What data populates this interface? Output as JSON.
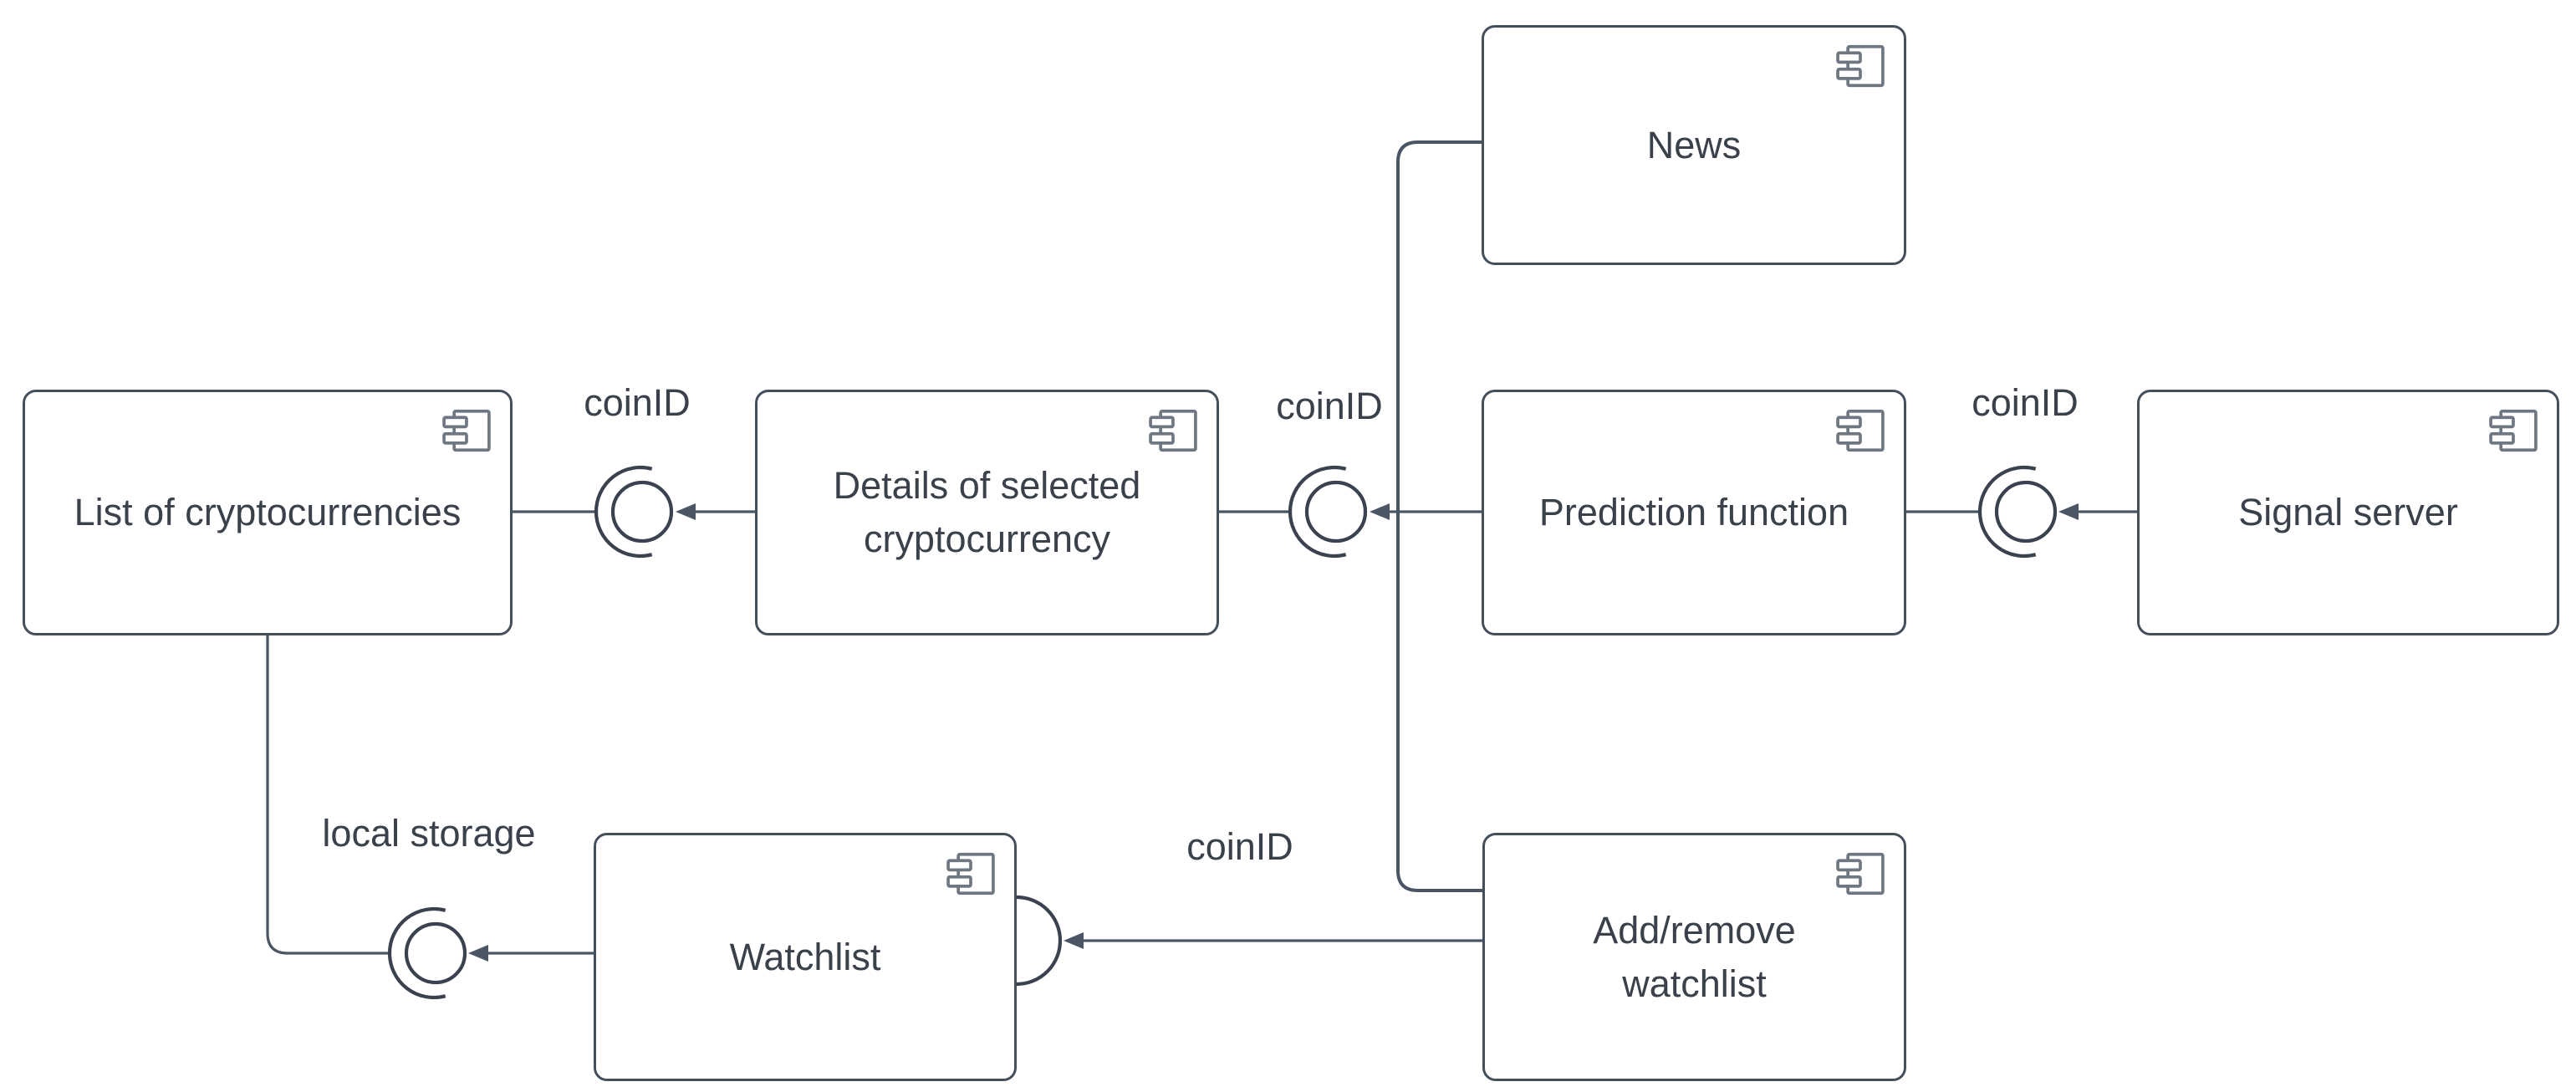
{
  "diagram_type": "UML component diagram",
  "components": [
    {
      "id": "list-of-cryptocurrencies",
      "lines": [
        "List of cryptocurrencies"
      ],
      "icon": "uml-component-icon"
    },
    {
      "id": "details-of-selected-cryptocurrency",
      "lines": [
        "Details of selected",
        "cryptocurrency"
      ],
      "icon": "uml-component-icon"
    },
    {
      "id": "news",
      "lines": [
        "News"
      ],
      "icon": "uml-component-icon"
    },
    {
      "id": "prediction-function",
      "lines": [
        "Prediction function"
      ],
      "icon": "uml-component-icon"
    },
    {
      "id": "signal-server",
      "lines": [
        "Signal server"
      ],
      "icon": "uml-component-icon"
    },
    {
      "id": "watchlist",
      "lines": [
        "Watchlist"
      ],
      "icon": "uml-component-icon"
    },
    {
      "id": "add-remove-watchlist",
      "lines": [
        "Add/remove",
        "watchlist"
      ],
      "icon": "uml-component-icon"
    }
  ],
  "connector_labels": [
    {
      "id": "coinid-1",
      "text": "coinID"
    },
    {
      "id": "coinid-2",
      "text": "coinID"
    },
    {
      "id": "coinid-3",
      "text": "coinID"
    },
    {
      "id": "coinid-4",
      "text": "coinID"
    },
    {
      "id": "local-storage",
      "text": "local storage"
    }
  ],
  "colors": {
    "box_border": "#444f5c",
    "connector_line": "#4b5665",
    "interface_symbol": "#39424e",
    "text": "#3a414b",
    "component_icon": "#6f7882",
    "background": "#ffffff"
  }
}
